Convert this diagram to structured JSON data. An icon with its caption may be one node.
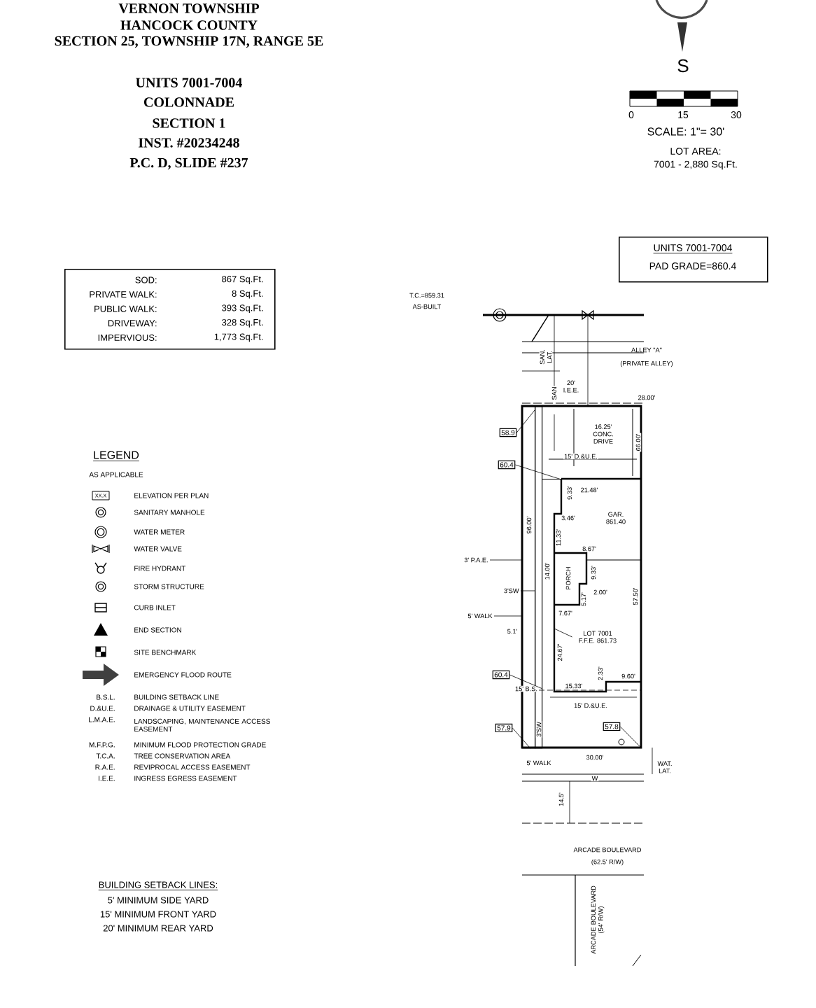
{
  "diagram": {
    "nodes": [
      {
        "text": [
          "SOD:",
          "867 Sq.Ft.",
          "PRIVATE WALK:",
          "8 Sq.Ft.",
          "PUBLIC WALK:",
          "393 Sq.Ft.",
          "DRIVEWAY:",
          "328 Sq.Ft.",
          "IMPERVIOUS:",
          "1,773 Sq.Ft."
        ]
      },
      {
        "text": [
          "UNITS 7001-7004",
          "PAD GRADE=860.4"
        ]
      },
      {
        "text": [
          "58.9"
        ]
      },
      {
        "text": [
          "60.4"
        ]
      },
      {
        "text": [
          "3' P.A.E."
        ]
      },
      {
        "text": [
          "3'SW"
        ]
      },
      {
        "text": [
          "5' WALK"
        ]
      },
      {
        "text": [
          "LOT 7001 F.F.E. 861.73"
        ]
      },
      {
        "text": [
          "60.4"
        ]
      },
      {
        "text": [
          "57.9"
        ]
      },
      {
        "text": [
          "57.8"
        ]
      },
      {
        "text": [],
        "shape": "bar"
      },
      {
        "text": [],
        "shape": "bar"
      },
      {
        "text": [
          "16.25' CONC. DRIVE",
          "15' D.&U.E."
        ]
      }
    ],
    "edges": [
      {
        "from": 2,
        "to": 12,
        "arrow": "none"
      },
      {
        "from": 3,
        "to": 13,
        "arrow": "none"
      },
      {
        "from": 4,
        "to": 11,
        "arrow": "none"
      },
      {
        "from": 5,
        "to": 12,
        "arrow": "none"
      },
      {
        "from": 6,
        "to": 11,
        "arrow": "none"
      },
      {
        "from": 7,
        "to": null,
        "arrow": "none"
      },
      {
        "from": 8,
        "to": 12,
        "arrow": "none"
      },
      {
        "from": 9,
        "to": 11,
        "arrow": "none"
      },
      {
        "from": 10,
        "to": null,
        "arrow": "none"
      }
    ],
    "labels": [
      "VERNON TOWNSHIP",
      "HANCOCK COUNTY",
      "SECTION 25, TOWNSHIP 17N, RANGE 5E",
      "UNITS 7001-7004",
      "COLONNADE",
      "SECTION 1",
      "INST. #20234248",
      "P.C. D, SLIDE #237",
      "S",
      "0",
      "15",
      "30",
      "SCALE: 1\"= 30'",
      "LOT AREA:",
      "7001 - 2,880 Sq.Ft.",
      "LEGEND",
      "AS APPLICABLE",
      "XX.X",
      "B.S.L.",
      "BUILDING SETBACK LINE",
      "D.&U.E.",
      "DRAINAGE & UTILITY EASEMENT",
      "L.M.A.E.",
      "LANDSCAPING, MAINTENANCE ACCESS EASEMENT",
      "M.F.P.G.",
      "MINIMUM FLOOD PROTECTION GRADE",
      "T.C.A.",
      "TREE CONSERVATION AREA",
      "R.A.E.",
      "REVIPROCAL ACCESS EASEMENT",
      "I.E.E.",
      "INGRESS EGRESS EASEMENT",
      "BUILDING SETBACK LINES:",
      "5' MINIMUM SIDE YARD",
      "15' MINIMUM FRONT YARD",
      "20' MINIMUM REAR YARD",
      "T.C.=859.31",
      "AS-BUILT",
      "SAN. LAT.",
      "SAN",
      "ALLEY \"A\"",
      "(PRIVATE ALLEY)",
      "20' I.E.E.",
      "28.00'",
      "66.00'",
      "21.48'",
      "9.33'",
      "GAR. 861.40",
      "3.46'",
      "96.00'",
      "11.33'",
      "8.67'",
      "14.00'",
      "PORCH",
      "9.33'",
      "5.17'",
      "2.00'",
      "57.50'",
      "7.67'",
      "5.1'",
      "24.67'",
      "2.33'",
      "9.60'",
      "15' B.S.",
      "15.33'",
      "15' D.&U.E.",
      "3'SW",
      "5' WALK",
      "30.00'",
      "WAT. LAT.",
      "W",
      "14.5'",
      "ARCADE BOULEVARD",
      "(62.5' R/W)",
      "ARCADE BOULEVARD (54' R/W)"
    ],
    "legend": [
      {
        "text": "ELEVATION PER PLAN"
      },
      {
        "text": "SANITARY MANHOLE"
      },
      {
        "text": "WATER METER"
      },
      {
        "text": "WATER VALVE"
      },
      {
        "text": "FIRE HYDRANT"
      },
      {
        "text": "STORM STRUCTURE"
      },
      {
        "text": "CURB INLET"
      },
      {
        "text": "END SECTION"
      },
      {
        "text": "SITE BENCHMARK"
      },
      {
        "text": "EMERGENCY FLOOD ROUTE"
      }
    ]
  }
}
